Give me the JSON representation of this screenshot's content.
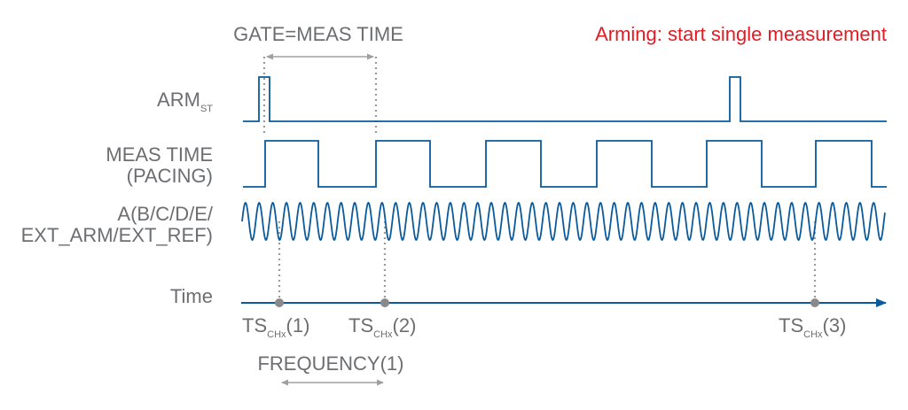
{
  "gate_label": "GATE=MEAS TIME",
  "arming_note": "Arming: start single measurement",
  "colors": {
    "signal": "#0a5a9c",
    "text": "#6d6e71",
    "accent": "#e31b23",
    "guide": "#9a9a9a"
  },
  "signals": [
    {
      "name": "ARM",
      "sub": "ST"
    },
    {
      "line1": "MEAS TIME",
      "line2": "(PACING)"
    },
    {
      "line1": "A(B/C/D/E/",
      "line2": "EXT_ARM/EXT_REF)"
    }
  ],
  "time_label": "Time",
  "timestamps": [
    {
      "main": "TS",
      "sub": "CHx",
      "suffix": "(1)"
    },
    {
      "main": "TS",
      "sub": "CHx",
      "suffix": "(2)"
    },
    {
      "main": "TS",
      "sub": "CHx",
      "suffix": "(3)"
    }
  ],
  "frequency_label": "FREQUENCY(1)"
}
